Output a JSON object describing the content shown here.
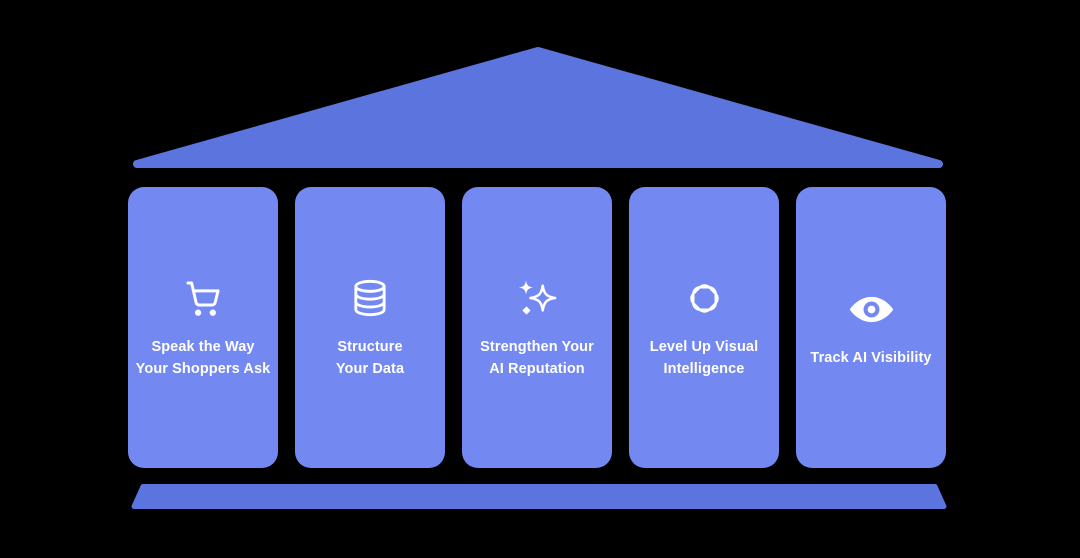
{
  "diagram": {
    "structure": "temple",
    "roof": {
      "shape": "triangle"
    },
    "foundation": {
      "shape": "trapezoid-bar"
    },
    "pillars": [
      {
        "icon": "shopping-cart-icon",
        "label_lines": [
          "Speak the Way",
          "Your Shoppers Ask"
        ]
      },
      {
        "icon": "database-icon",
        "label_lines": [
          "Structure",
          "Your Data"
        ]
      },
      {
        "icon": "sparkles-icon",
        "label_lines": [
          "Strengthen Your",
          "AI Reputation"
        ]
      },
      {
        "icon": "flower-star-icon",
        "label_lines": [
          "Level Up Visual",
          "Intelligence"
        ]
      },
      {
        "icon": "eye-icon",
        "label_lines": [
          "Track AI Visibility"
        ]
      }
    ]
  },
  "colors": {
    "background": "#000000",
    "roof": "#5b74de",
    "base": "#5b74de",
    "pillar": "#7388f0",
    "content": "#ffffff"
  }
}
